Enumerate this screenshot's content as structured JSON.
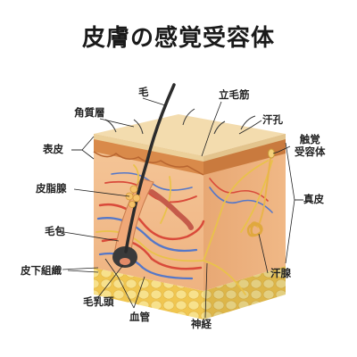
{
  "title": "皮膚の感覚受容体",
  "labels": {
    "hair": "毛",
    "arrector_pili": "立毛筋",
    "stratum_corneum": "角質層",
    "sweat_pore": "汗孔",
    "tactile_receptor": "触覚\n受容体",
    "epidermis": "表皮",
    "dermis": "真皮",
    "sebaceous_gland": "皮脂腺",
    "hair_follicle": "毛包",
    "subcutaneous_tissue": "皮下組織",
    "sweat_gland": "汗腺",
    "dermal_papilla": "毛乳頭",
    "blood_vessel": "血管",
    "nerve": "神経"
  },
  "colors": {
    "stratum": "#f1d7a6",
    "epidermis": "#d98a4a",
    "dermis": "#f2c08f",
    "subcutaneous": "#f4d266",
    "fat_cell": "#f7e08a",
    "hair": "#2b2b2b",
    "artery": "#d94a3a",
    "vein": "#5577c8",
    "nerve": "#e9c24a",
    "leader": "#222222"
  }
}
